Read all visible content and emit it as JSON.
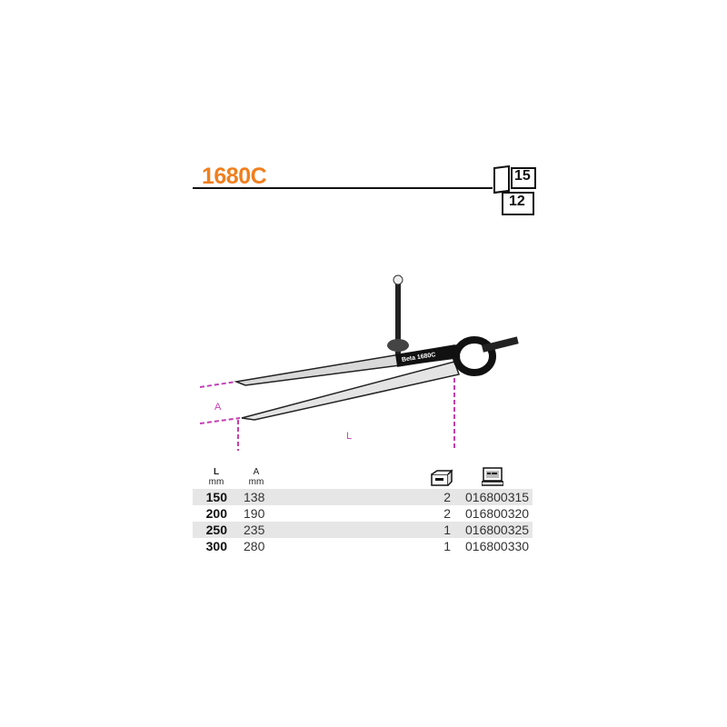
{
  "product": {
    "code": "1680C",
    "badge_top": "15",
    "badge_bottom": "12"
  },
  "dimensions": {
    "label_a": "A",
    "label_l": "L"
  },
  "brand_mark": "Beta 1680C",
  "table": {
    "headers": {
      "l": "L",
      "l_unit": "mm",
      "a": "A",
      "a_unit": "mm",
      "qty_icon": "package-icon",
      "code_icon": "computer-icon"
    },
    "rows": [
      {
        "l": "150",
        "a": "138",
        "qty": "2",
        "code": "016800315"
      },
      {
        "l": "200",
        "a": "190",
        "qty": "2",
        "code": "016800320"
      },
      {
        "l": "250",
        "a": "235",
        "qty": "1",
        "code": "016800325"
      },
      {
        "l": "300",
        "a": "280",
        "qty": "1",
        "code": "016800330"
      }
    ]
  },
  "colors": {
    "code": "#f07f1e",
    "dimension": "#c43fb5",
    "row_shade": "#e6e6e6"
  }
}
